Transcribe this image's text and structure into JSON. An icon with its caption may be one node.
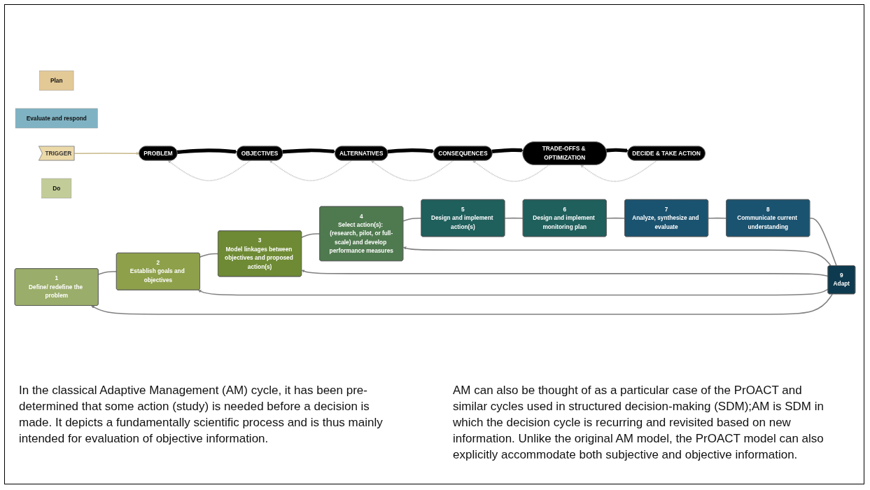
{
  "diagram": {
    "nodes": [
      {
        "text": [
          "Plan"
        ]
      },
      {
        "text": [
          "Evaluate and respond"
        ]
      },
      {
        "text": [
          "1",
          "Define/ redefine the problem"
        ]
      },
      {
        "text": [
          "2",
          "Establish goals and objectives"
        ]
      },
      {
        "text": [
          "3",
          "Model linkages between objectives and proposed action(s)"
        ]
      },
      {
        "text": [
          "4",
          "Select action(s): (research, pilot, or full-scale) and develop performance measures"
        ]
      },
      {
        "text": [
          "5",
          "Design and implement action(s)"
        ]
      },
      {
        "text": [
          "6",
          "Design and implement monitoring plan"
        ]
      },
      {
        "text": [
          "7",
          "Analyze, synthesize and evaluate"
        ]
      },
      {
        "text": [
          "8",
          "Communicate current understanding"
        ]
      },
      {
        "text": [
          "9",
          "Adapt"
        ]
      },
      {
        "text": [
          "Do"
        ]
      },
      {
        "text": [
          "TRIGGER"
        ]
      },
      {
        "text": [
          "PROBLEM"
        ]
      },
      {
        "text": [
          "DECIDE & TAKE ACTION"
        ]
      },
      {
        "text": [
          "OBJECTIVES"
        ]
      },
      {
        "text": [
          "TRADE-OFFS & OPTIMIZATION"
        ]
      },
      {
        "text": [
          "ALTERNATIVES"
        ]
      },
      {
        "text": [
          "CONSEQUENCES"
        ]
      }
    ],
    "edges": [
      {
        "from": 2,
        "to": 3,
        "arrow": "none"
      },
      {
        "from": 3,
        "to": 4,
        "arrow": "none"
      },
      {
        "from": 4,
        "to": 5,
        "arrow": "none"
      },
      {
        "from": 5,
        "to": 6,
        "arrow": "none"
      },
      {
        "from": 6,
        "to": 7,
        "arrow": "none"
      },
      {
        "from": 7,
        "to": 8,
        "arrow": "none"
      },
      {
        "from": 8,
        "to": 9,
        "arrow": "none"
      },
      {
        "from": 9,
        "to": 10,
        "arrow": "none"
      },
      {
        "from": 10,
        "to": 2,
        "arrow": "to"
      },
      {
        "from": 10,
        "to": 3,
        "arrow": "to"
      },
      {
        "from": 10,
        "to": 4,
        "arrow": "to"
      },
      {
        "from": 10,
        "to": 5,
        "arrow": "to"
      },
      {
        "from": 12,
        "to": 13,
        "arrow": "to",
        "color": "#c8b88a"
      },
      {
        "from": 13,
        "to": 15,
        "arrow": "to",
        "style": "thick",
        "color": "#000000"
      },
      {
        "from": 15,
        "to": 17,
        "arrow": "to",
        "style": "thick",
        "color": "#000000"
      },
      {
        "from": 17,
        "to": 18,
        "arrow": "to",
        "style": "thick",
        "color": "#000000"
      },
      {
        "from": 18,
        "to": 16,
        "arrow": "to",
        "style": "thick",
        "color": "#000000"
      },
      {
        "from": 16,
        "to": 14,
        "arrow": "to",
        "style": "thick",
        "color": "#000000"
      },
      {
        "from": 14,
        "to": 16,
        "arrow": "to",
        "style": "dashed",
        "color": "#bbbbbb"
      },
      {
        "from": 16,
        "to": 18,
        "arrow": "to",
        "style": "dashed",
        "color": "#bbbbbb"
      },
      {
        "from": 18,
        "to": 17,
        "arrow": "to",
        "style": "dashed",
        "color": "#bbbbbb"
      },
      {
        "from": 17,
        "to": 15,
        "arrow": "to",
        "style": "dashed",
        "color": "#bbbbbb"
      },
      {
        "from": 15,
        "to": 13,
        "arrow": "to",
        "style": "dashed",
        "color": "#bbbbbb"
      }
    ],
    "labels": [
      "In the classical Adaptive Management (AM) cycle, it has been pre-determined that some action (study) is needed before a decision is made. It depicts a fundamentally scientific process and is thus mainly intended for evaluation of objective information.",
      "AM can also be thought of as a particular case of the PrOACT and similar cycles used in structured decision-making (SDM);AM is SDM in which the decision cycle is recurring and revisited based on new information. Unlike the original AM model, the PrOACT model can also explicitly accommodate both subjective and objective information."
    ]
  }
}
